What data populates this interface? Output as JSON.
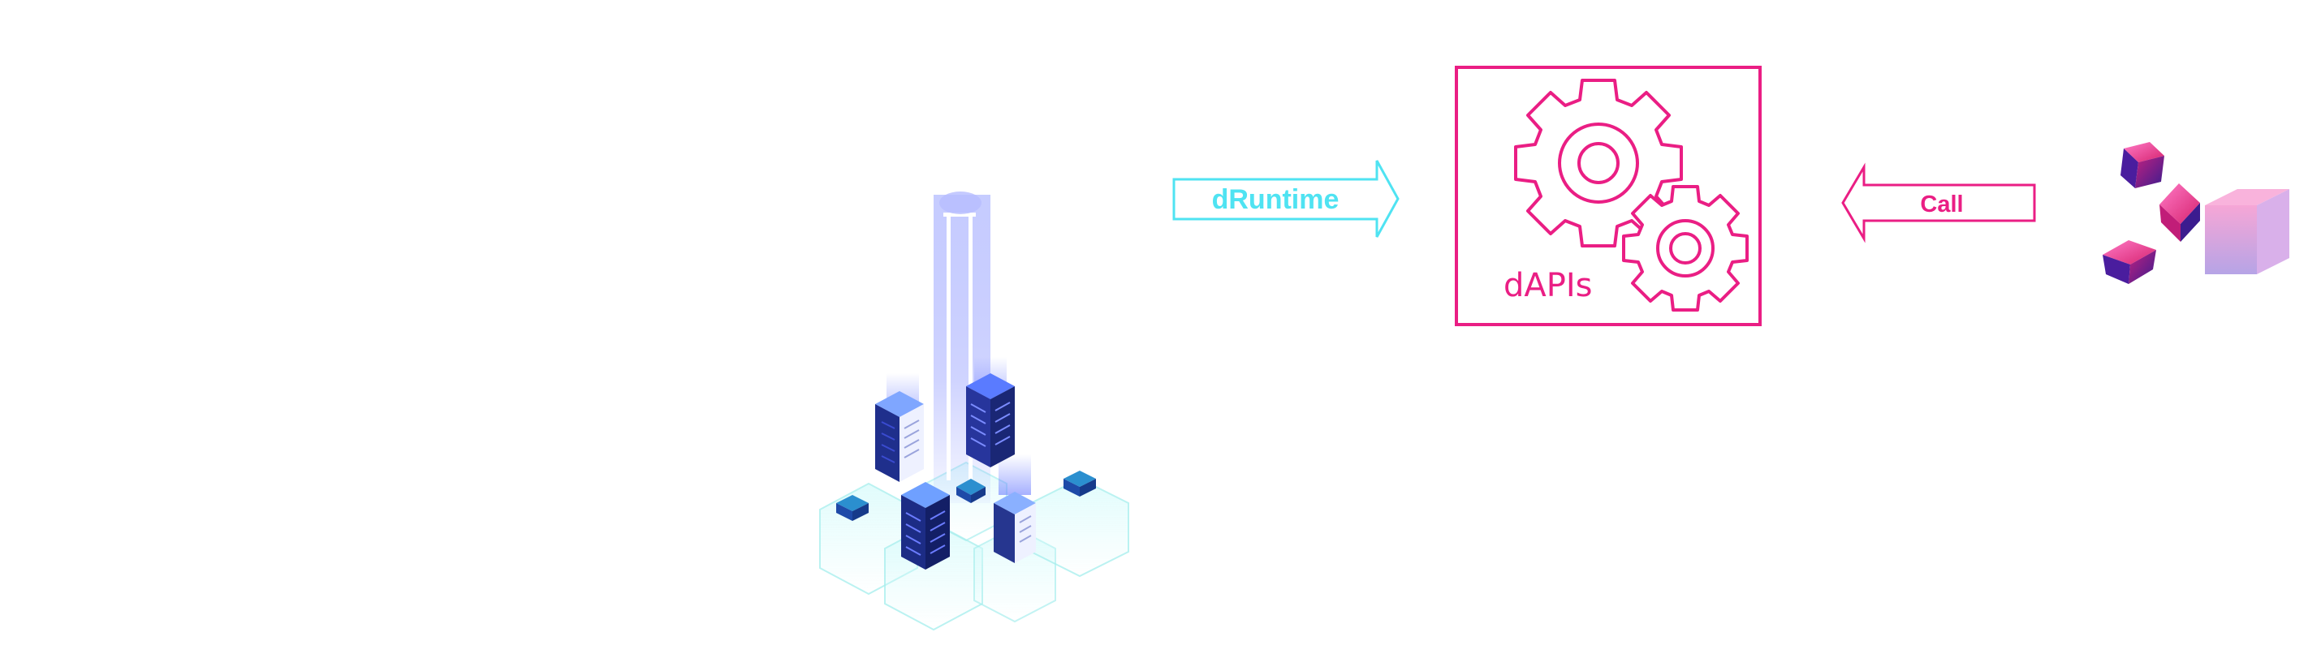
{
  "diagram": {
    "nodes": {
      "runtime_infrastructure": {
        "icon": "server-cluster-icon"
      },
      "dapis_box": {
        "label": "dAPIs",
        "icon": "gears-icon"
      },
      "client_blocks": {
        "icon": "cubes-icon"
      }
    },
    "edges": [
      {
        "from": "runtime_infrastructure",
        "to": "dapis_box",
        "label": "dRuntime"
      },
      {
        "from": "client_blocks",
        "to": "dapis_box",
        "label": "Call"
      }
    ]
  },
  "colors": {
    "cyan_accent": "#4fe3f2",
    "magenta_accent": "#ea1e84",
    "server_blue": "#1f2f8c",
    "server_light": "#6b7cff",
    "platform_teal": "#bff6f5",
    "cube_purple": "#3b1c8f",
    "cube_pink": "#f06ab9"
  }
}
